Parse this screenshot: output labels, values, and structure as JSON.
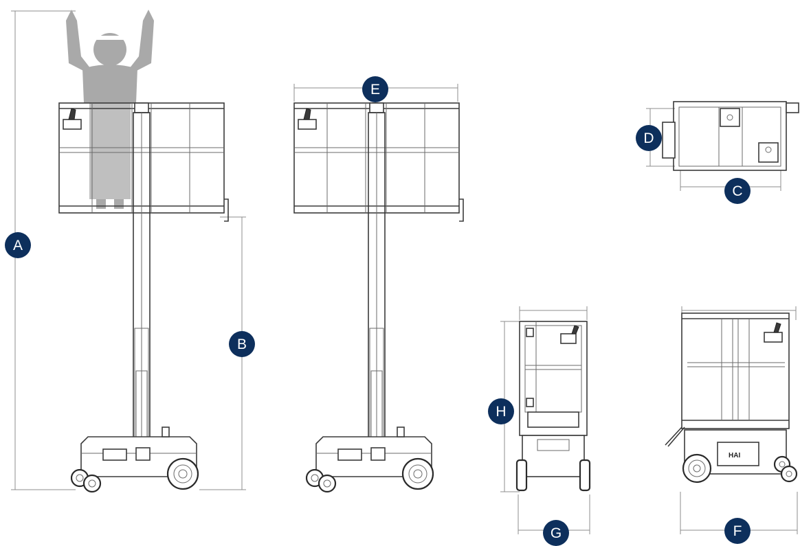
{
  "colors": {
    "badge": "#0d2f5c",
    "badge_text": "#ffffff",
    "line": "#3a3a3a",
    "dimension": "#8c8c8c",
    "person_silhouette": "#a9a9a9"
  },
  "dimensions": {
    "A": "A",
    "B": "B",
    "C": "C",
    "D": "D",
    "E": "E",
    "F": "F",
    "G": "G",
    "H": "H"
  },
  "views": [
    "side-view-with-operator",
    "side-view",
    "top-view",
    "front-view",
    "rear-view"
  ],
  "icons": [
    "operator-silhouette-icon",
    "control-box-icon",
    "drive-wheel-icon",
    "caster-wheel-icon"
  ]
}
